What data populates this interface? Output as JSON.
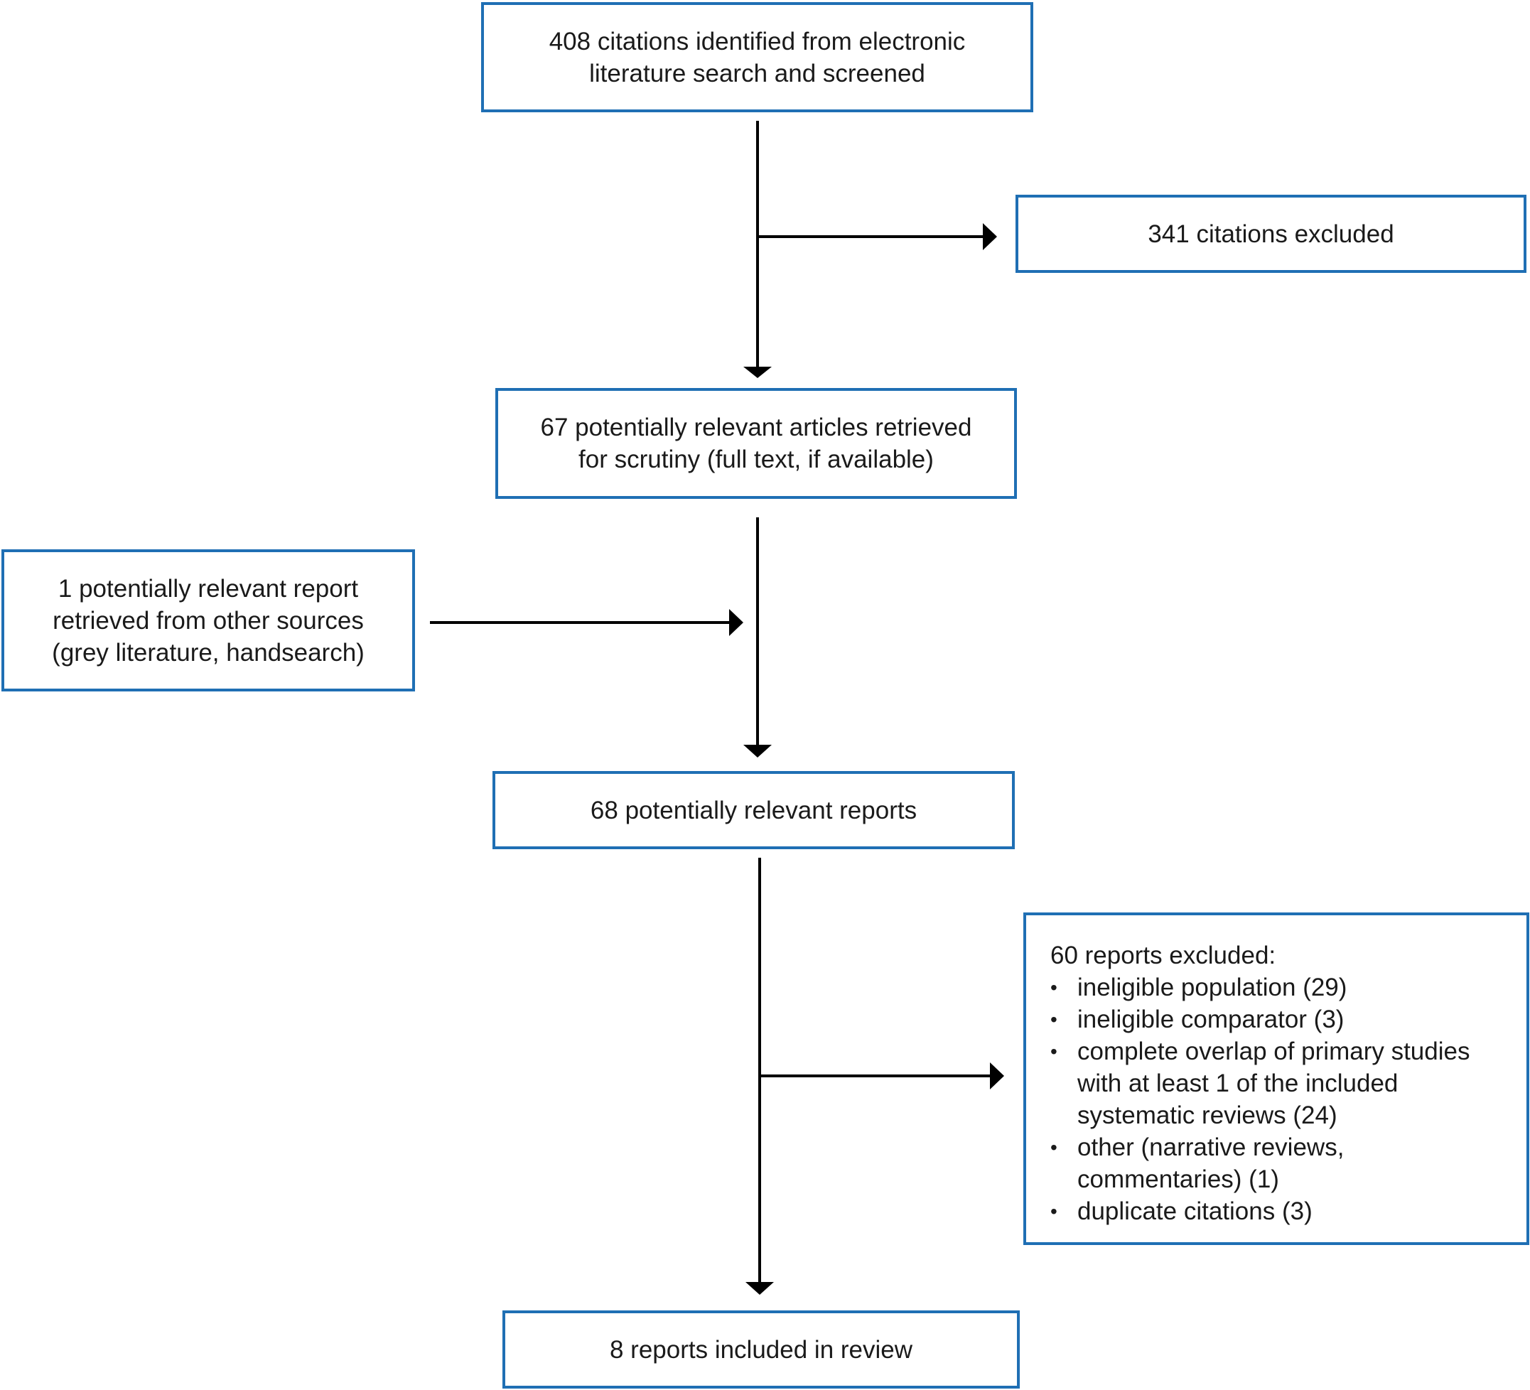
{
  "diagram": {
    "identified": {
      "line1": "408 citations identified from electronic",
      "line2": "literature search and screened"
    },
    "excluded_citations": {
      "label": "341 citations excluded"
    },
    "retrieved": {
      "line1": "67 potentially relevant articles retrieved",
      "line2": "for scrutiny (full text, if available)"
    },
    "other_sources": {
      "line1": "1 potentially relevant report",
      "line2": "retrieved from other sources",
      "line3": "(grey literature, handsearch)"
    },
    "potentially_relevant": {
      "label": "68 potentially relevant reports"
    },
    "excluded_reports": {
      "heading": "60 reports excluded:",
      "reasons": [
        "ineligible population (29)",
        "ineligible comparator (3)",
        "complete overlap of primary studies with at least 1 of the included systematic reviews (24)",
        "other (narrative reviews, commentaries) (1)",
        "duplicate citations (3)"
      ]
    },
    "included": {
      "label": "8 reports included in review"
    },
    "colors": {
      "box_border": "#1f6fb4",
      "line": "#000000",
      "text": "#1a1a1a"
    }
  }
}
